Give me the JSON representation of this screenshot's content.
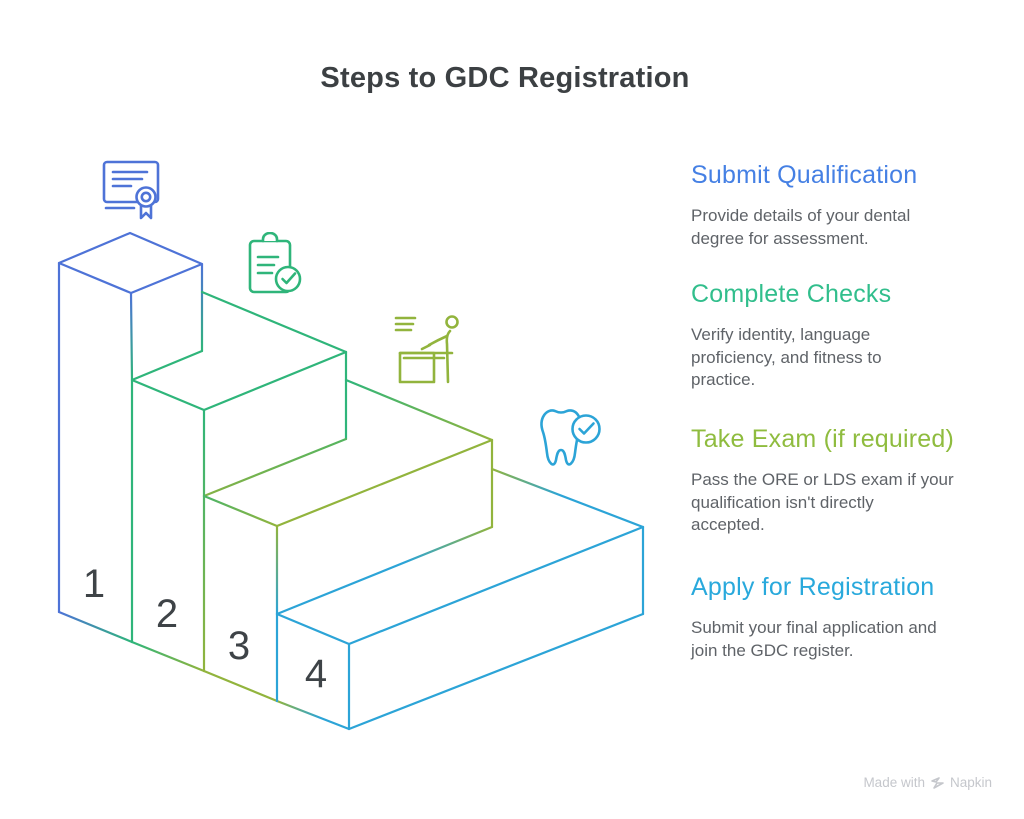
{
  "title": "Steps to GDC Registration",
  "steps": [
    {
      "num": "1",
      "heading": "Submit Qualification",
      "body": "Provide details of your dental\ndegree for assessment.",
      "accent_color": "#4580e4",
      "line_color": "#4e73d7",
      "icon": "certificate-icon"
    },
    {
      "num": "2",
      "heading": "Complete Checks",
      "body": "Verify identity, language\nproficiency, and fitness to\npractice.",
      "accent_color": "#31be8c",
      "line_color": "#2fb57a",
      "icon": "clipboard-check-icon"
    },
    {
      "num": "3",
      "heading": "Take Exam (if required)",
      "body": "Pass the ORE or LDS exam if your\nqualification isn't directly\naccepted.",
      "accent_color": "#8fbc3f",
      "line_color": "#92b43d",
      "icon": "exam-desk-icon"
    },
    {
      "num": "4",
      "heading": "Apply for Registration",
      "body": "Submit your final application and\njoin the GDC register.",
      "accent_color": "#29a9dc",
      "line_color": "#2ca4d7",
      "icon": "tooth-check-icon"
    }
  ],
  "watermark": {
    "made_with": "Made with",
    "brand": "Napkin"
  },
  "text_colors": {
    "title": "#3c4043",
    "body": "#5f6368",
    "step_numbers": "#3e4347"
  }
}
